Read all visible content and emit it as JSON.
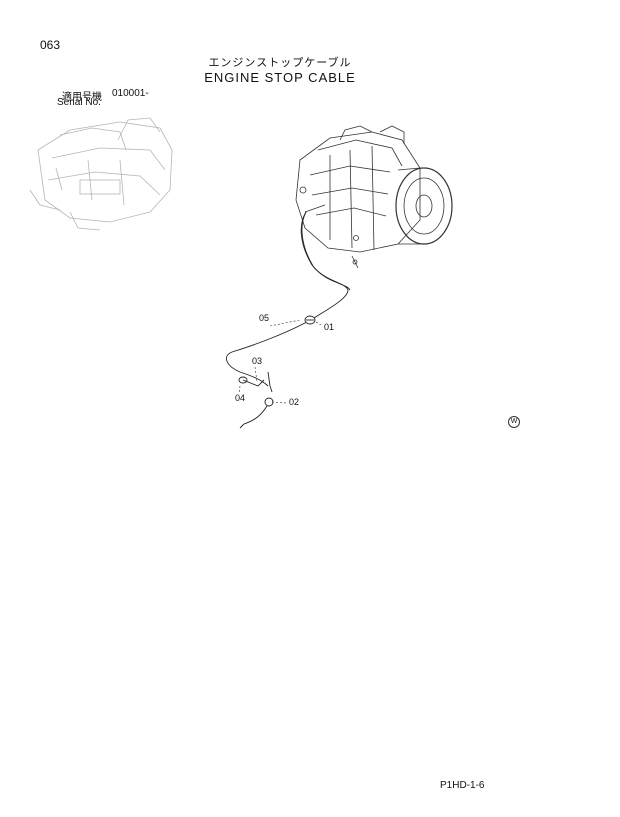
{
  "header": {
    "page_number": "063",
    "title_jp": "エンジンストップケーブル",
    "title_en": "ENGINE STOP CABLE"
  },
  "serial": {
    "label_jp": "適用号機",
    "value": "010001-",
    "label_en": "Serial No."
  },
  "callouts": {
    "c01": "01",
    "c02": "02",
    "c03": "03",
    "c04": "04",
    "c05": "05"
  },
  "mark": "W",
  "footer": {
    "code": "P1HD-1-6"
  }
}
